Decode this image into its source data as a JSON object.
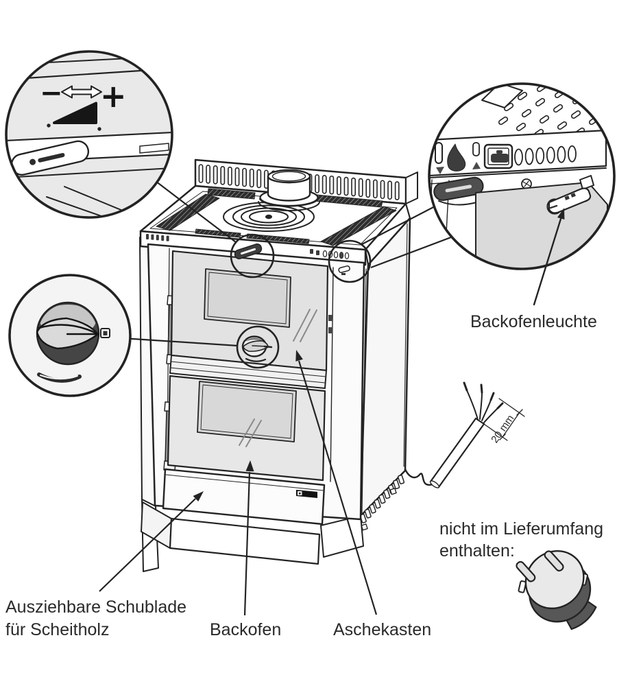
{
  "figure": {
    "type": "technical-illustration",
    "subject": "Wood-fired kitchen stove with callout details"
  },
  "labels": {
    "oven_light": "Backofenleuchte",
    "drawer_line1": "Ausziehbare Schublade",
    "drawer_line2": "für Scheitholz",
    "oven": "Backofen",
    "ash_box": "Aschekasten",
    "not_included_line1": "nicht im Lieferumfang",
    "not_included_line2": "enthalten:",
    "cable_dimension": "20 mm",
    "air_control_minus": "−",
    "air_control_plus": "+"
  },
  "icons": {
    "air_control_callout": "air-slider-lever-icon",
    "knob_callout": "rotary-knob-icon",
    "rear_panel_callout": "rear-vent-panel-icon",
    "flame": "flame-icon",
    "rotation_arrow": "curved-arrow-icon",
    "plug": "power-plug-icon"
  },
  "colors": {
    "background": "#ffffff",
    "line": "#232323",
    "text": "#2a2a2a",
    "callout_fill": "#e9e9e9",
    "door_fill": "#e2e2e2",
    "glass_fill": "#d7d7d7",
    "hinge_gray": "#9a9a9a",
    "knob_dark": "#454545",
    "wedge_black": "#161616",
    "plug_body": "#575757",
    "plug_face": "#e9e9e9",
    "badge_black": "#121212"
  }
}
